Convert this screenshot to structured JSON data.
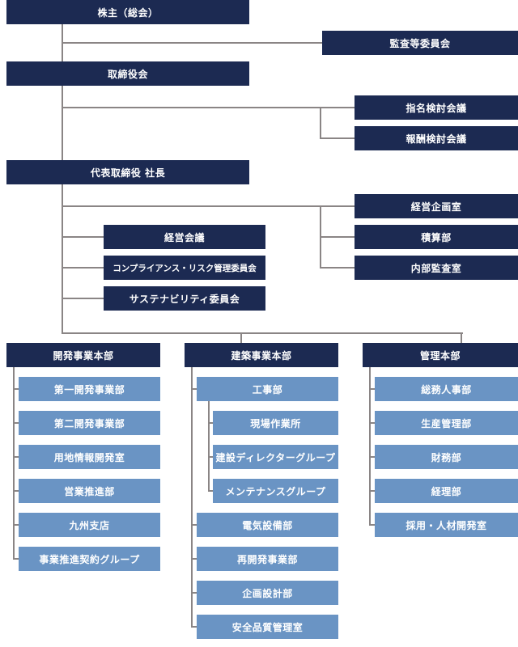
{
  "top": {
    "shareholders": "株主（総会）",
    "audit_committee": "監査等委員会",
    "board": "取締役会",
    "nomination": "指名検討会議",
    "remuneration": "報酬検討会議",
    "president": "代表取締役 社長",
    "corporate_planning": "経営企画室",
    "estimation": "積算部",
    "internal_audit": "内部監査室",
    "management_meeting": "経営会議",
    "compliance": "コンプライアンス・リスク管理委員会",
    "sustainability": "サステナビリティ委員会"
  },
  "divisions": [
    {
      "title": "開発事業本部",
      "items": [
        "第一開発事業部",
        "第二開発事業部",
        "用地情報開発室",
        "営業推進部",
        "九州支店",
        "事業推進契約グループ"
      ]
    },
    {
      "title": "建築事業本部",
      "items": [
        "工事部",
        "現場作業所",
        "建設ディレクターグループ",
        "メンテナンスグループ",
        "電気設備部",
        "再開発事業部",
        "企画設計部",
        "安全品質管理室"
      ]
    },
    {
      "title": "管理本部",
      "items": [
        "総務人事部",
        "生産管理部",
        "財務部",
        "経理部",
        "採用・人材開発室"
      ]
    }
  ],
  "colors": {
    "dark": "#1c2a52",
    "light": "#6a94c4",
    "line": "#8a8585"
  }
}
